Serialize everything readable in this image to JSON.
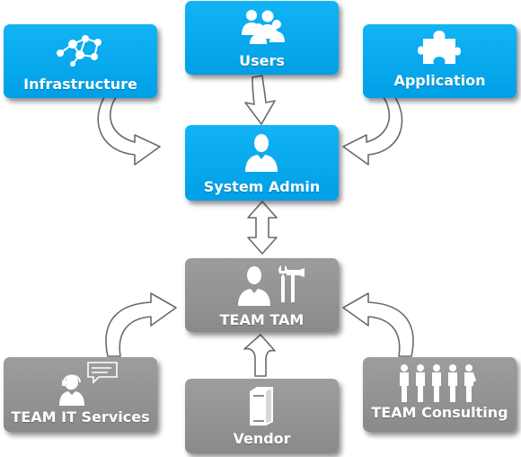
{
  "colors": {
    "blue_box": "#0aa8ef",
    "gray_box": "#939393",
    "text": "#ffffff",
    "arrow_fill": "#ffffff",
    "arrow_outline": "#6a6a6a"
  },
  "nodes": {
    "users": {
      "label": "Users",
      "icon": "users-group-icon"
    },
    "infrastructure": {
      "label": "Infrastructure",
      "icon": "network-icon"
    },
    "application": {
      "label": "Application",
      "icon": "puzzle-piece-icon"
    },
    "system_admin": {
      "label": "System Admin",
      "icon": "person-icon"
    },
    "team_tam": {
      "label": "TEAM TAM",
      "icon": "person-with-tools-icon"
    },
    "team_it_services": {
      "label": "TEAM IT Services",
      "icon": "support-headset-icon"
    },
    "vendor": {
      "label": "Vendor",
      "icon": "server-icon"
    },
    "team_consulting": {
      "label": "TEAM Consulting",
      "icon": "people-team-icon"
    }
  },
  "edges": [
    {
      "from": "users",
      "to": "system_admin",
      "style": "curved-arrow"
    },
    {
      "from": "infrastructure",
      "to": "system_admin",
      "style": "curved-arrow"
    },
    {
      "from": "application",
      "to": "system_admin",
      "style": "curved-arrow"
    },
    {
      "from": "system_admin",
      "to": "team_tam",
      "style": "double-arrow"
    },
    {
      "from": "vendor",
      "to": "team_tam",
      "style": "straight-arrow"
    },
    {
      "from": "team_it_services",
      "to": "team_tam",
      "style": "curved-arrow"
    },
    {
      "from": "team_consulting",
      "to": "team_tam",
      "style": "curved-arrow"
    }
  ]
}
